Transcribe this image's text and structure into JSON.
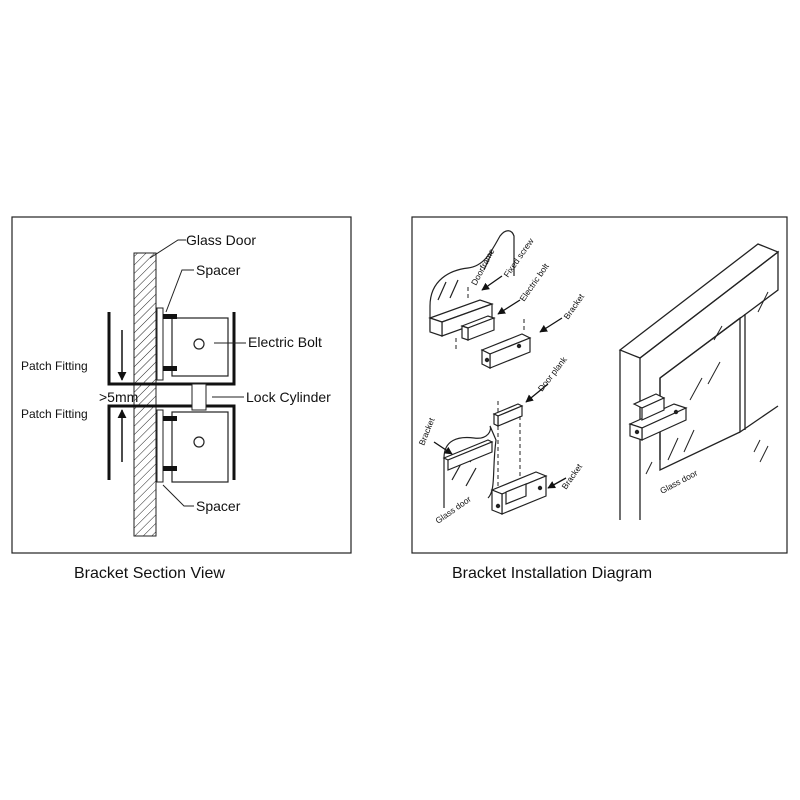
{
  "section_view": {
    "caption": "Bracket Section View",
    "labels": {
      "glass_door": "Glass Door",
      "spacer_top": "Spacer",
      "electric_bolt": "Electric Bolt",
      "patch_fitting_top": "Patch Fitting",
      "gap": ">5mm",
      "lock_cylinder": "Lock Cylinder",
      "patch_fitting_bottom": "Patch Fitting",
      "spacer_bottom": "Spacer"
    }
  },
  "installation_diagram": {
    "caption": "Bracket Installation Diagram",
    "labels": {
      "doorframe": "Doorframe",
      "fixed_screw": "Fixed screw",
      "electric_bolt": "Electric bolt",
      "bracket_top": "Bracket",
      "door_plank": "Door plank",
      "bracket_left": "Bracket",
      "glass_door_small": "Glass door",
      "bracket_bottom": "Bracket",
      "glass_door_large": "Glass door"
    }
  }
}
